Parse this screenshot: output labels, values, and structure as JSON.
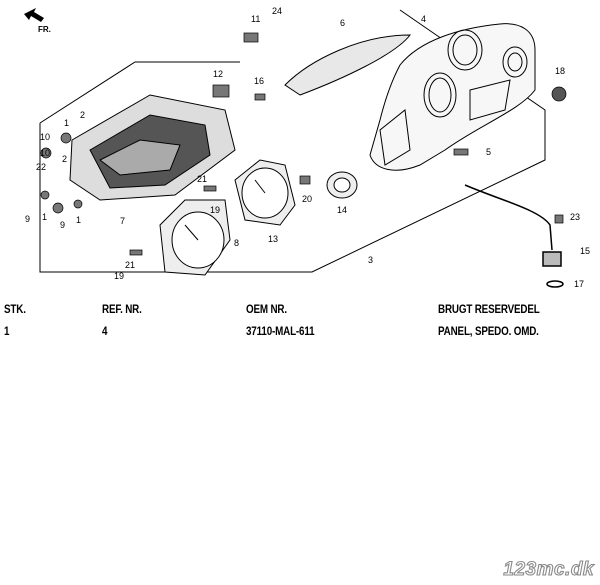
{
  "diagram": {
    "direction_label": "FR.",
    "callouts": [
      "11",
      "24",
      "6",
      "4",
      "12",
      "16",
      "18",
      "2",
      "10",
      "1",
      "22",
      "2",
      "9",
      "1",
      "5",
      "21",
      "19",
      "20",
      "14",
      "13",
      "7",
      "8",
      "3",
      "23",
      "15",
      "17",
      "9",
      "1",
      "19",
      "21",
      "10"
    ]
  },
  "table": {
    "headers": [
      "STK.",
      "REF. NR.",
      "OEM NR.",
      "BRUGT RESERVEDEL"
    ],
    "rows": [
      [
        "1",
        "4",
        "37110-MAL-611",
        "PANEL, SPEDO. OMD."
      ]
    ]
  },
  "watermark": "123mc.dk"
}
